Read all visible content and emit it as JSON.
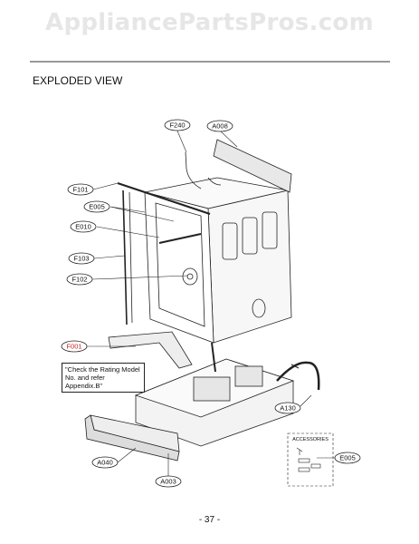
{
  "watermark": "AppliancePartsPros.com",
  "section_title": "EXPLODED VIEW",
  "page_number": "- 37 -",
  "note_text": "\"Check the Rating Model No. and refer Appendix.B\"",
  "accessories_title": "ACCESSORIES",
  "labels": {
    "f240": "F240",
    "a008": "A008",
    "f101": "F101",
    "e005_top": "E005",
    "e010": "E010",
    "f103": "F103",
    "f102": "F102",
    "f001": "F001",
    "a130": "A130",
    "a040": "A040",
    "a003": "A003",
    "e005_acc": "E005"
  },
  "colors": {
    "line": "#222222",
    "accent_red": "#cc2222",
    "watermark": "#e6e6e6"
  }
}
